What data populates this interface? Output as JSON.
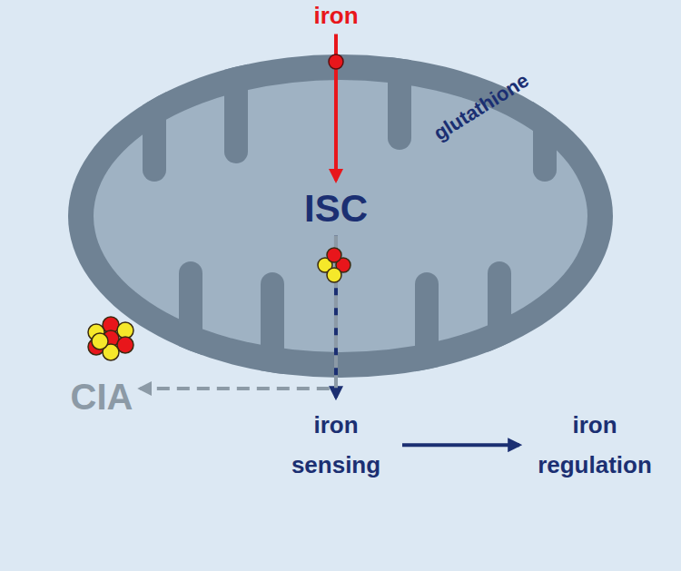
{
  "diagram": {
    "nodes": [
      {
        "text": [
          "iron"
        ]
      },
      {
        "text": [
          "glutathione"
        ]
      },
      {
        "text": [
          "ISC"
        ],
        "in": 1
      },
      {
        "text": [
          "CIA"
        ]
      },
      {
        "text": [
          "iron sensing"
        ]
      },
      {
        "text": [
          "iron regulation"
        ]
      }
    ],
    "edges": [
      {
        "from": 0,
        "to": 2,
        "arrow": "to"
      },
      {
        "from": 2,
        "to": 4,
        "arrow": "to"
      },
      {
        "from": 2,
        "to": 3,
        "arrow": "to"
      },
      {
        "from": 4,
        "to": 5,
        "arrow": "to"
      }
    ]
  }
}
